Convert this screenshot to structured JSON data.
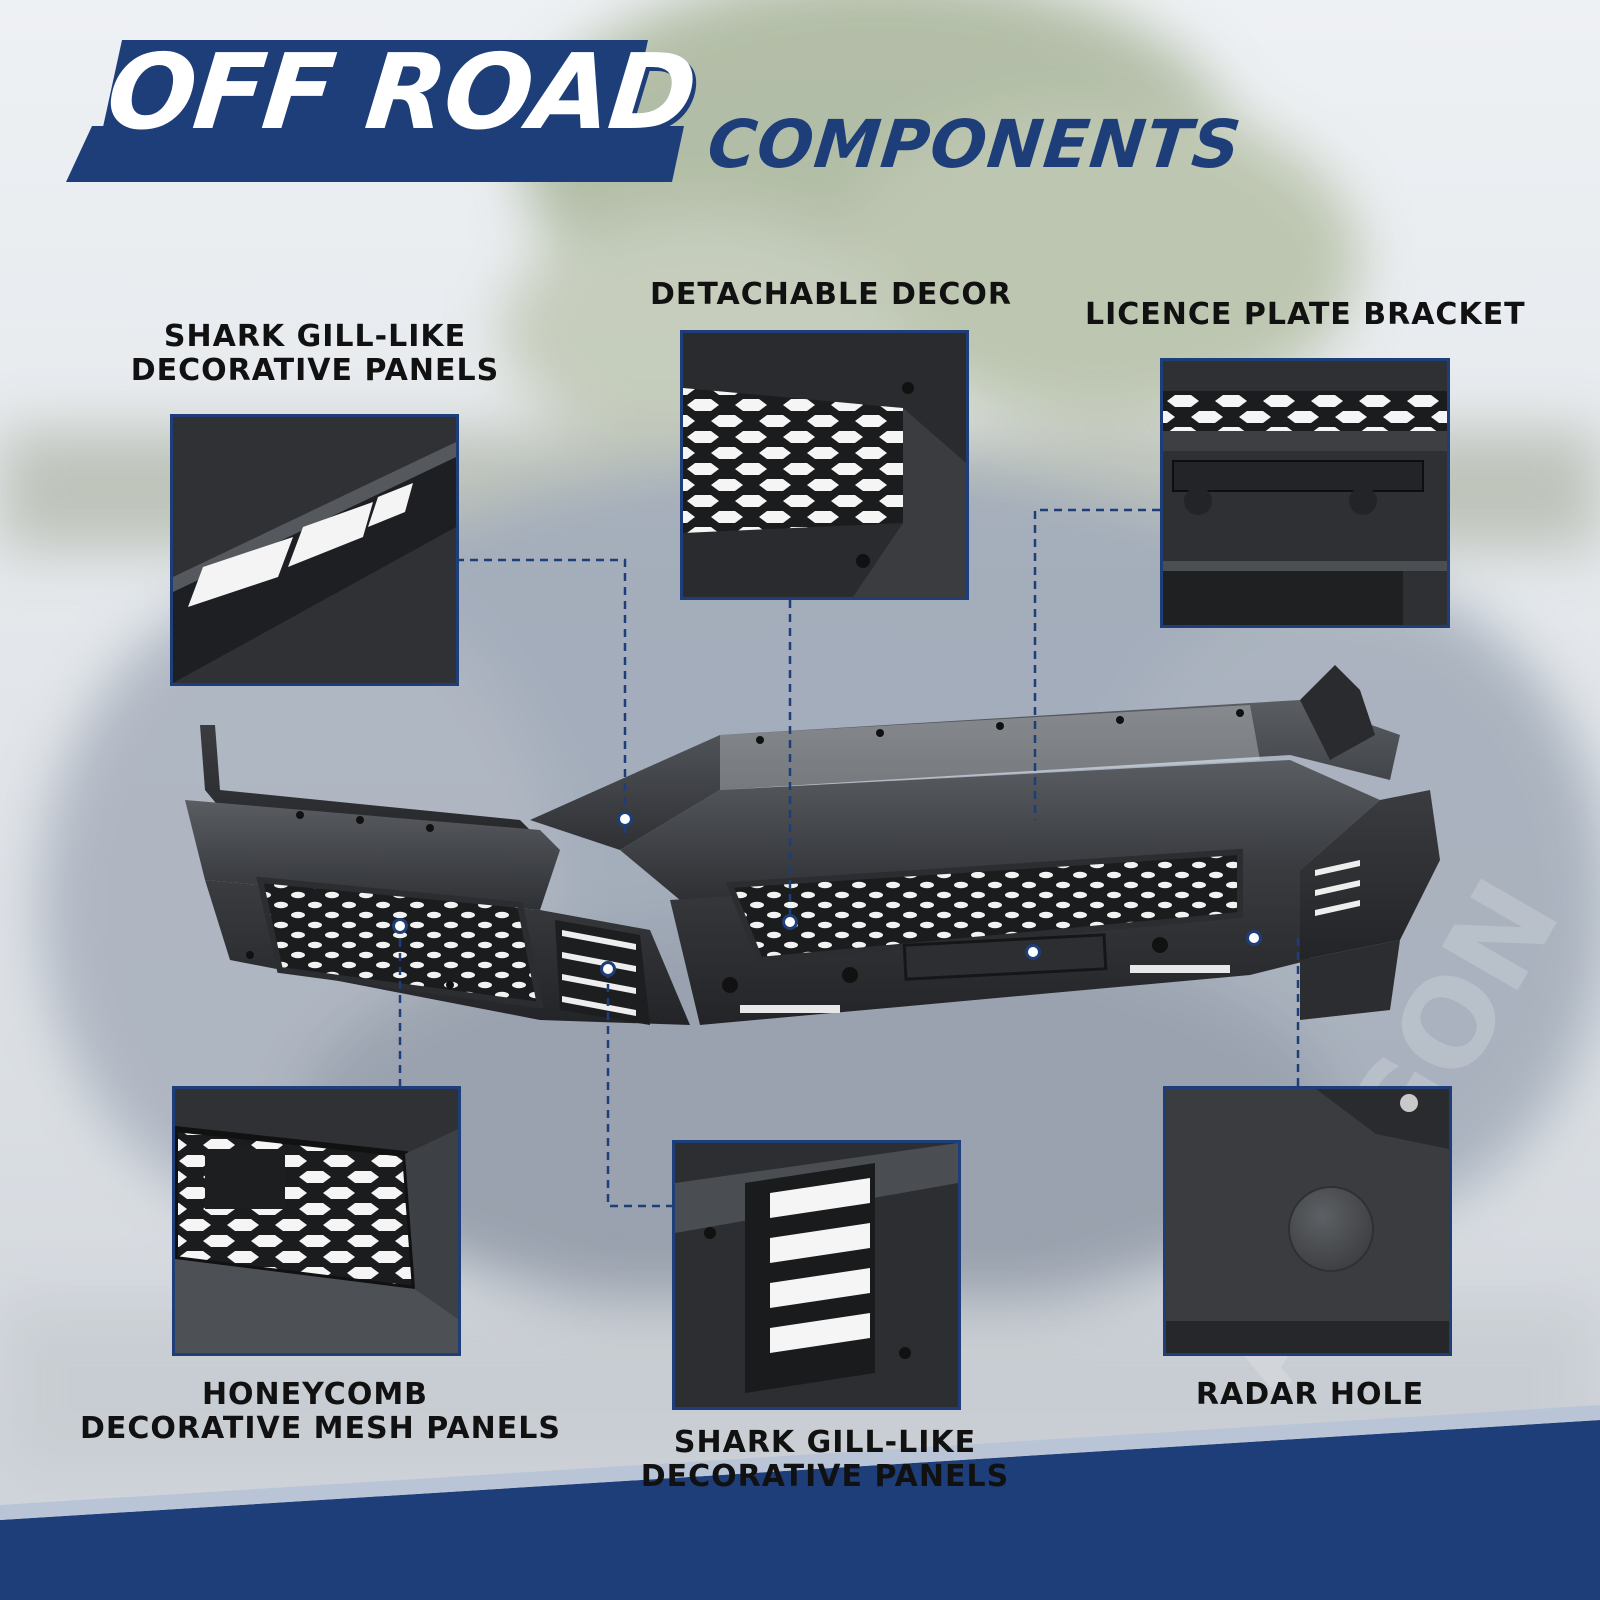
{
  "header": {
    "title_main": "OFF ROAD",
    "title_sub": "COMPONENTS"
  },
  "callouts": {
    "shark_gill_top": {
      "line1": "SHARK GILL-LIKE",
      "line2": "DECORATIVE PANELS"
    },
    "detachable_decor": {
      "line1": "DETACHABLE DECOR"
    },
    "licence_plate": {
      "line1": "LICENCE PLATE BRACKET"
    },
    "honeycomb": {
      "line1": "HONEYCOMB",
      "line2": "DECORATIVE MESH PANELS"
    },
    "shark_gill_bottom": {
      "line1": "SHARK GILL-LIKE",
      "line2": "DECORATIVE PANELS"
    },
    "radar_hole": {
      "line1": "RADAR HOLE"
    }
  },
  "colors": {
    "brand_blue": "#1e3e7a",
    "steel_dark": "#2b2d31",
    "steel_mid": "#4a4d52",
    "background": "#dfe4ea"
  }
}
